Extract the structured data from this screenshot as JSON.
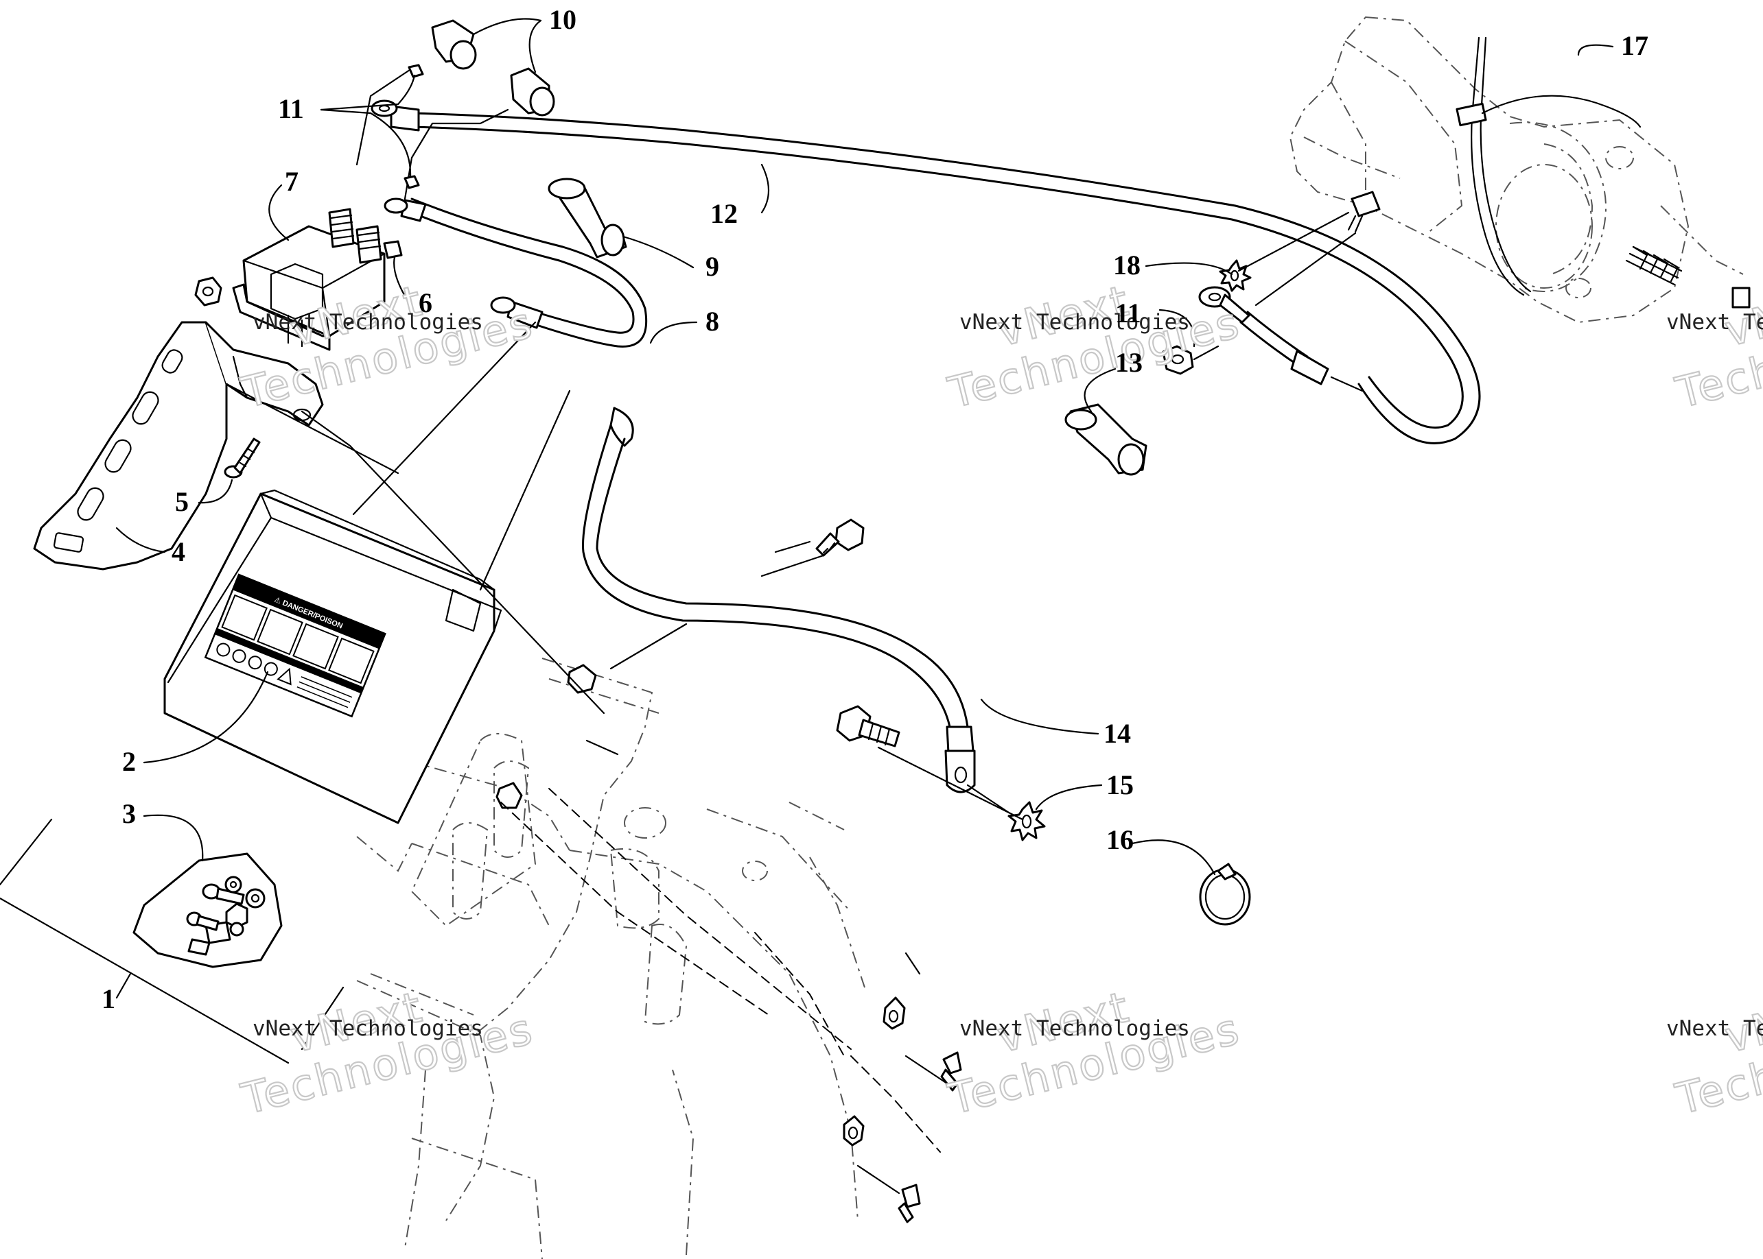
{
  "diagram": {
    "callouts": [
      {
        "id": "1",
        "label": "1"
      },
      {
        "id": "2",
        "label": "2"
      },
      {
        "id": "3",
        "label": "3"
      },
      {
        "id": "4",
        "label": "4"
      },
      {
        "id": "5",
        "label": "5"
      },
      {
        "id": "6",
        "label": "6"
      },
      {
        "id": "7",
        "label": "7"
      },
      {
        "id": "8",
        "label": "8"
      },
      {
        "id": "9",
        "label": "9"
      },
      {
        "id": "10",
        "label": "10"
      },
      {
        "id": "11a",
        "label": "11"
      },
      {
        "id": "11b",
        "label": "11"
      },
      {
        "id": "12",
        "label": "12"
      },
      {
        "id": "13",
        "label": "13"
      },
      {
        "id": "14",
        "label": "14"
      },
      {
        "id": "15",
        "label": "15"
      },
      {
        "id": "16",
        "label": "16"
      },
      {
        "id": "17",
        "label": "17"
      },
      {
        "id": "18",
        "label": "18"
      }
    ],
    "battery_label_heading": "⚠ DANGER/POISON"
  },
  "watermarks": {
    "brand": "vNext",
    "word": "Technologies",
    "caption": "vNext Technologies"
  }
}
